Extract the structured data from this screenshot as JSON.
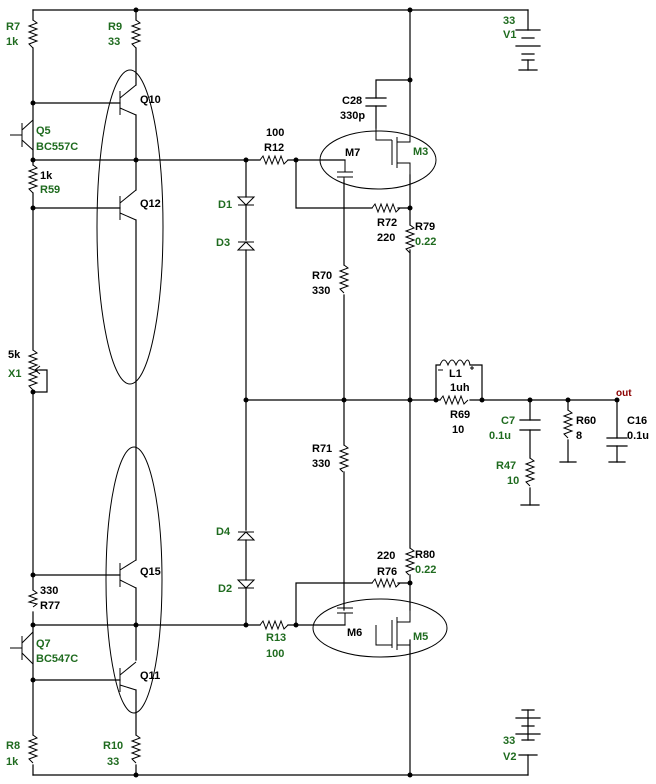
{
  "components": {
    "R7": {
      "name": "R7",
      "value": "1k"
    },
    "R9": {
      "name": "R9",
      "value": "33"
    },
    "V1": {
      "name": "V1",
      "value": "33"
    },
    "Q10": {
      "name": "Q10"
    },
    "Q5": {
      "name": "Q5",
      "model": "BC557C"
    },
    "C28": {
      "name": "C28",
      "value": "330p"
    },
    "R12": {
      "name": "R12",
      "value": "100"
    },
    "M7": {
      "name": "M7"
    },
    "M3": {
      "name": "M3"
    },
    "R59": {
      "name": "R59",
      "value": "1k"
    },
    "Q12": {
      "name": "Q12"
    },
    "D1": {
      "name": "D1"
    },
    "D3": {
      "name": "D3"
    },
    "R72": {
      "name": "R72",
      "value": "220"
    },
    "R79": {
      "name": "R79",
      "value": "0.22"
    },
    "R70": {
      "name": "R70",
      "value": "330"
    },
    "X1": {
      "name": "X1",
      "value": "5k"
    },
    "L1": {
      "name": "L1",
      "value": "1uh"
    },
    "R69": {
      "name": "R69",
      "value": "10"
    },
    "C7": {
      "name": "C7",
      "value": "0.1u"
    },
    "R60": {
      "name": "R60",
      "value": "8"
    },
    "C16": {
      "name": "C16",
      "value": "0.1u"
    },
    "R71": {
      "name": "R71",
      "value": "330"
    },
    "R47": {
      "name": "R47",
      "value": "10"
    },
    "D4": {
      "name": "D4"
    },
    "D2": {
      "name": "D2"
    },
    "R80": {
      "name": "R80",
      "value": "0.22"
    },
    "R76": {
      "name": "R76",
      "value": "220"
    },
    "Q15": {
      "name": "Q15"
    },
    "R77": {
      "name": "R77",
      "value": "330"
    },
    "Q7": {
      "name": "Q7",
      "model": "BC547C"
    },
    "R13": {
      "name": "R13",
      "value": "100"
    },
    "M6": {
      "name": "M6"
    },
    "M5": {
      "name": "M5"
    },
    "Q11": {
      "name": "Q11"
    },
    "R8": {
      "name": "R8",
      "value": "1k"
    },
    "R10": {
      "name": "R10",
      "value": "33"
    },
    "V2": {
      "name": "V2",
      "value": "33"
    }
  },
  "nets": {
    "output": "out"
  },
  "colors": {
    "wire": "#000000",
    "label": "#1f6b1f",
    "net_label": "#8b0000",
    "background": "#ffffff"
  }
}
